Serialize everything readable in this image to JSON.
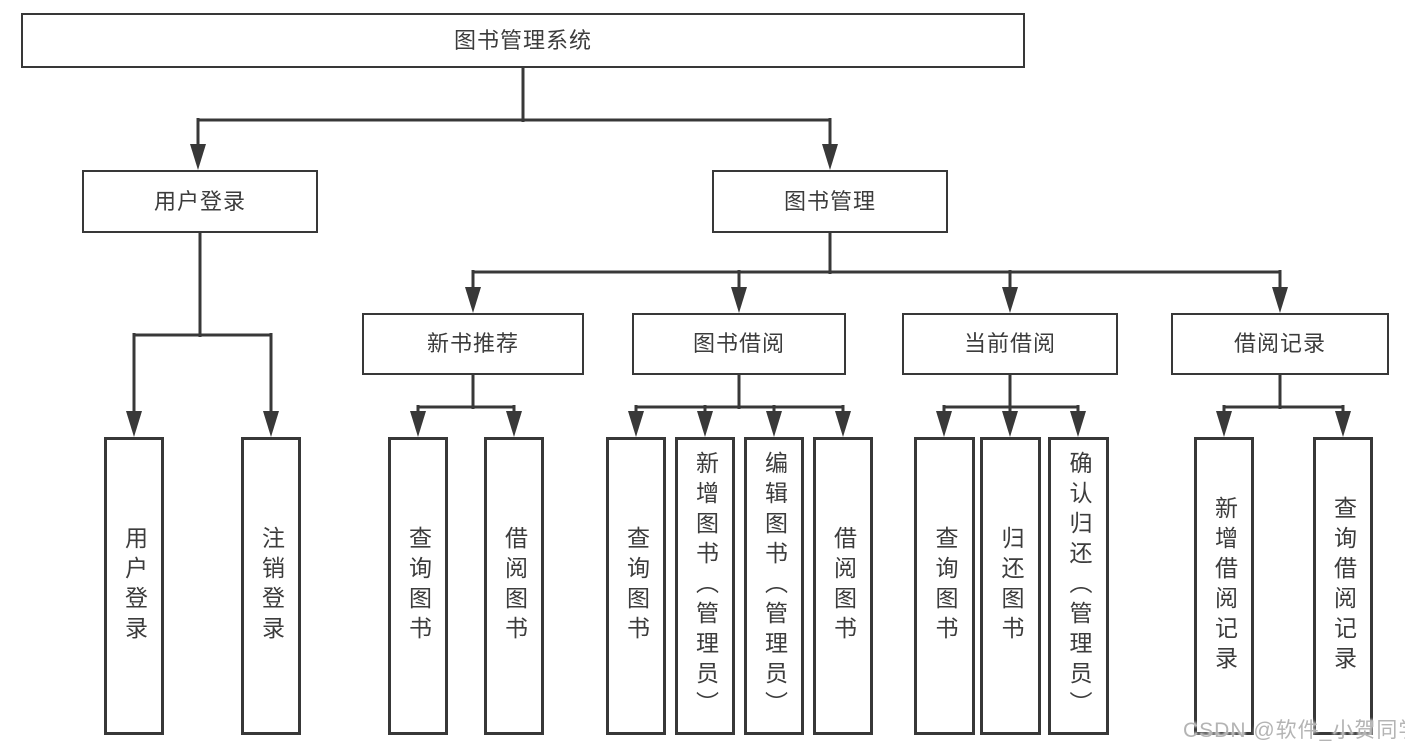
{
  "colors": {
    "line": "#383838",
    "text": "#3c3c3c",
    "watermark": "#b4b4b4",
    "background": "#ffffff"
  },
  "watermark": "CSDN @软件_小贺同学",
  "tree": {
    "label": "图书管理系统",
    "children": [
      {
        "label": "用户登录",
        "children": [
          {
            "label": "用户登录"
          },
          {
            "label": "注销登录"
          }
        ]
      },
      {
        "label": "图书管理",
        "children": [
          {
            "label": "新书推荐",
            "children": [
              {
                "label": "查询图书"
              },
              {
                "label": "借阅图书"
              }
            ]
          },
          {
            "label": "图书借阅",
            "children": [
              {
                "label": "查询图书"
              },
              {
                "label": "新增图书（管理员）"
              },
              {
                "label": "编辑图书（管理员）"
              },
              {
                "label": "借阅图书"
              }
            ]
          },
          {
            "label": "当前借阅",
            "children": [
              {
                "label": "查询图书"
              },
              {
                "label": "归还图书"
              },
              {
                "label": "确认归还（管理员）"
              }
            ]
          },
          {
            "label": "借阅记录",
            "children": [
              {
                "label": "新增借阅记录"
              },
              {
                "label": "查询借阅记录"
              }
            ]
          }
        ]
      }
    ]
  }
}
